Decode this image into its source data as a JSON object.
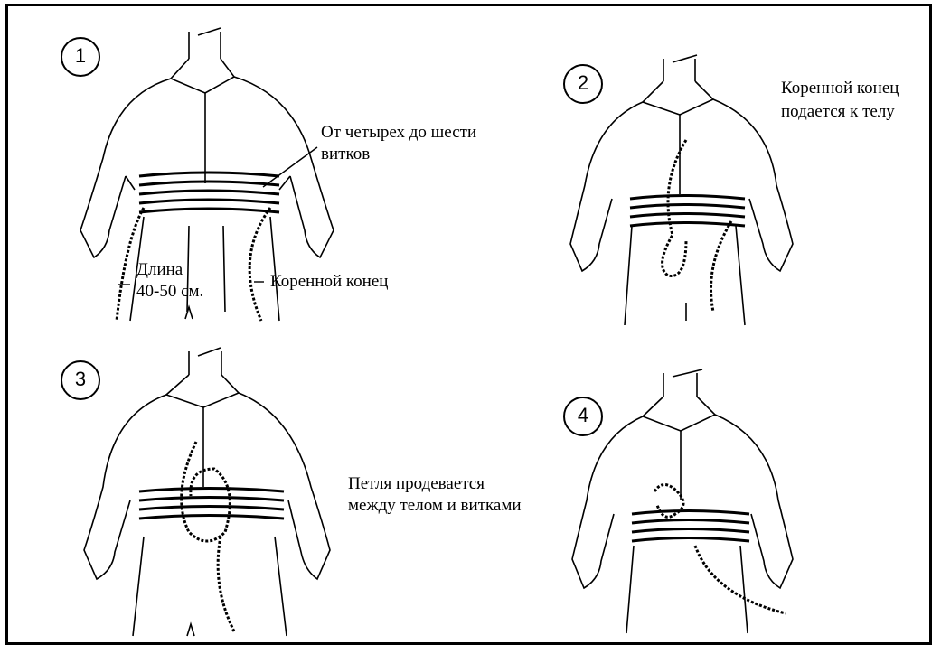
{
  "steps": [
    {
      "number": "1",
      "labels": {
        "turns": [
          "От четырех до шести",
          "витков"
        ],
        "length": [
          "Длина",
          "40-50 см."
        ],
        "standing_end": "Коренной конец"
      }
    },
    {
      "number": "2",
      "labels": {
        "note": [
          "Коренной конец",
          "подается к телу"
        ]
      }
    },
    {
      "number": "3",
      "labels": {
        "note": [
          "Петля продевается",
          "между телом и витками"
        ]
      }
    },
    {
      "number": "4",
      "labels": {}
    }
  ]
}
